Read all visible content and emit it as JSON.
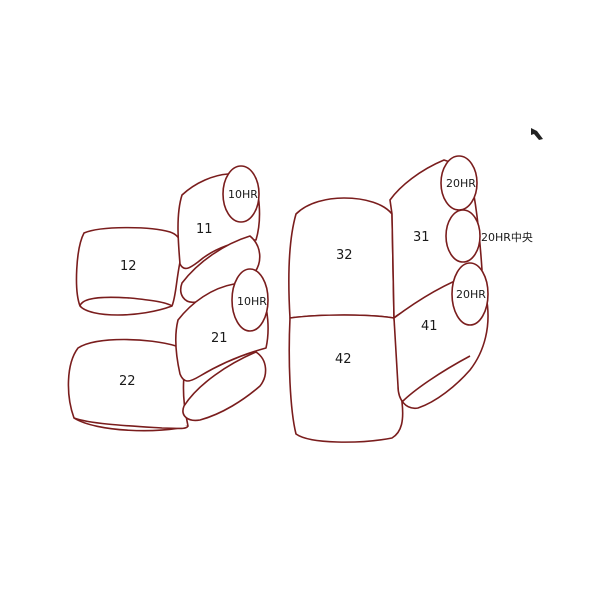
{
  "parts": {
    "p11": "11",
    "p12": "12",
    "p21": "21",
    "p22": "22",
    "p31": "31",
    "p32": "32",
    "p41": "41",
    "p42": "42"
  },
  "headrests": {
    "hr_front_upper": "10HR",
    "hr_front_lower": "10HR",
    "hr_rear_upper": "20HR",
    "hr_rear_lower": "20HR",
    "hr_rear_center": "20HR中央"
  }
}
